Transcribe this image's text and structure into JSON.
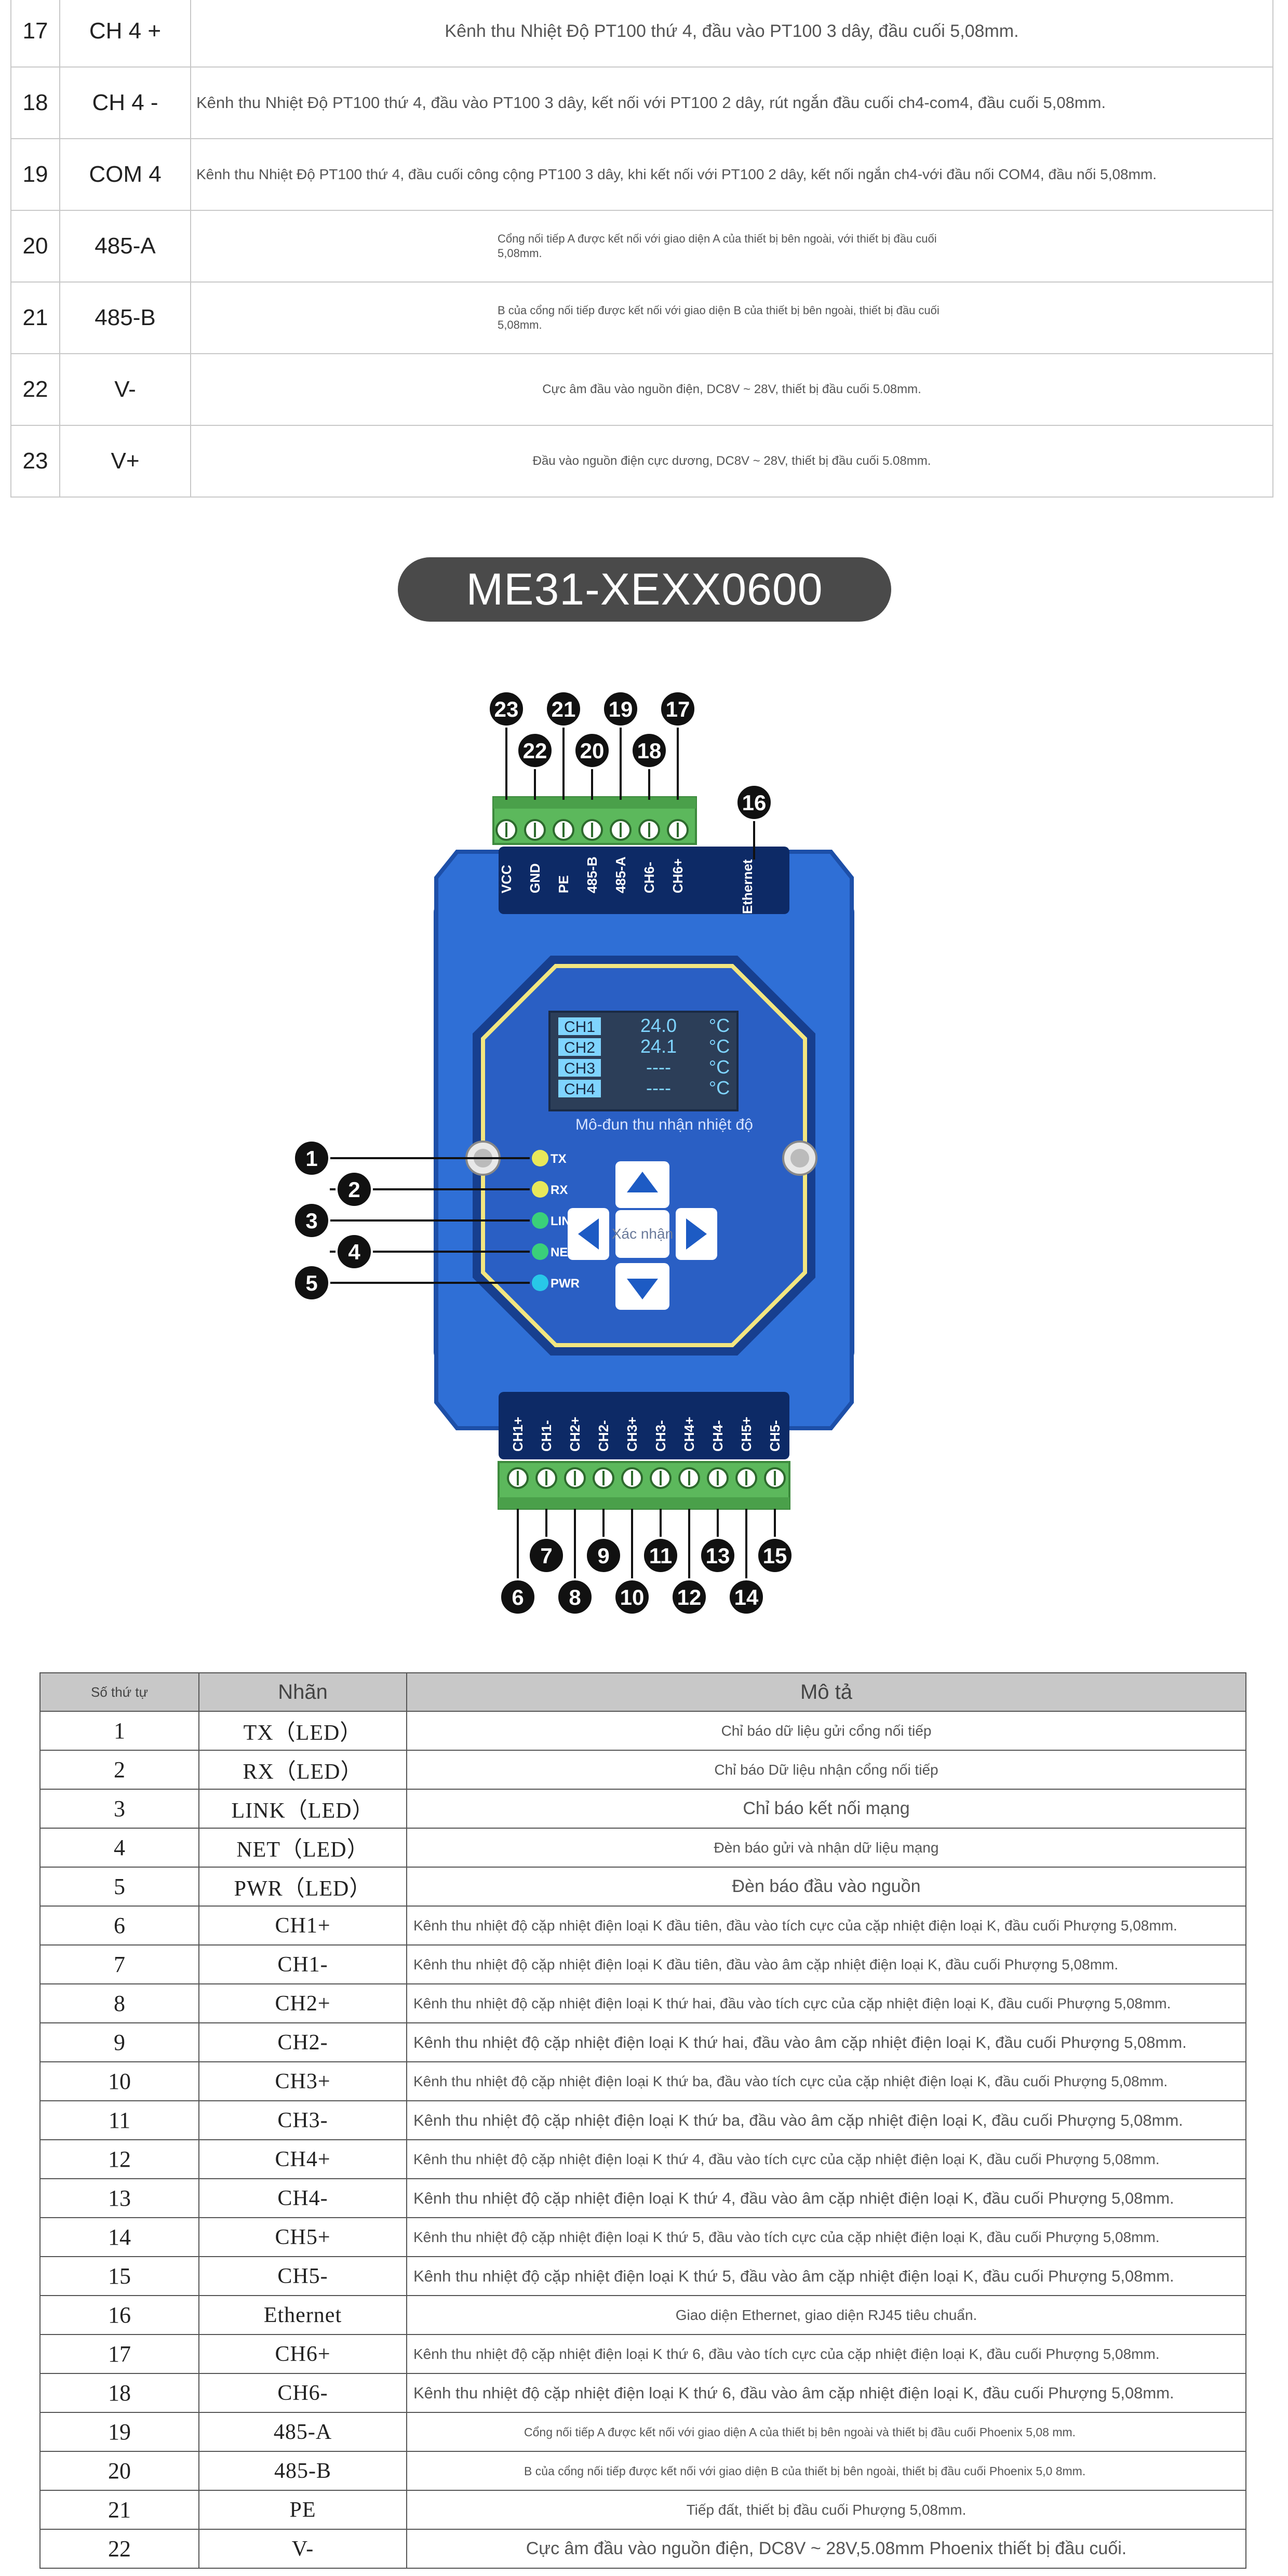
{
  "top_table": {
    "rows": [
      {
        "no": "17",
        "label": "CH 4 +",
        "desc": "Kênh thu Nhiệt Độ PT100 thứ 4, đầu vào PT100 3 dây, đầu cuối 5,08mm."
      },
      {
        "no": "18",
        "label": "CH 4 -",
        "desc": "Kênh thu Nhiệt Độ PT100 thứ 4, đầu vào PT100 3 dây, kết nối với PT100 2 dây, rút ngắn đầu cuối ch4-com4, đầu cuối 5,08mm."
      },
      {
        "no": "19",
        "label": "COM 4",
        "desc": "Kênh thu Nhiệt Độ PT100 thứ 4, đầu cuối công cộng PT100 3 dây, khi kết nối với PT100 2 dây, kết nối ngắn ch4-với đầu nối COM4, đầu nối 5,08mm."
      },
      {
        "no": "20",
        "label": "485-A",
        "desc": "Cổng nối tiếp A được kết nối với giao diện A của thiết bị bên ngoài, với thiết bị đầu cuối 5,08mm."
      },
      {
        "no": "21",
        "label": "485-B",
        "desc": "B của cổng nối tiếp được kết nối với giao diện B của thiết bị bên ngoài, thiết bị đầu cuối 5,08mm."
      },
      {
        "no": "22",
        "label": "V-",
        "desc": "Cực âm đầu vào nguồn điện, DC8V ~ 28V, thiết bị đầu cuối 5.08mm."
      },
      {
        "no": "23",
        "label": "V+",
        "desc": "Đầu vào nguồn điện cực dương, DC8V ~ 28V, thiết bị đầu cuối 5.08mm."
      }
    ]
  },
  "model_name": "ME31-XEXX0600",
  "device": {
    "top_terminals": [
      "VCC",
      "GND",
      "PE",
      "485-B",
      "485-A",
      "CH6-",
      "CH6+"
    ],
    "ethernet_label": "Ethernet",
    "bottom_terminals": [
      "CH1+",
      "CH1-",
      "CH2+",
      "CH2-",
      "CH3+",
      "CH3-",
      "CH4+",
      "CH4-",
      "CH5+",
      "CH5-"
    ],
    "display": {
      "rows": [
        {
          "ch": "CH1",
          "value": "24.0",
          "unit": "°C"
        },
        {
          "ch": "CH2",
          "value": "24.1",
          "unit": "°C"
        },
        {
          "ch": "CH3",
          "value": "----",
          "unit": "°C"
        },
        {
          "ch": "CH4",
          "value": "----",
          "unit": "°C"
        }
      ],
      "caption": "Mô-đun thu nhận nhiệt độ"
    },
    "leds": [
      "TX",
      "RX",
      "LINK",
      "NET",
      "PWR"
    ],
    "confirm_label": "Xác nhận",
    "callouts_top": [
      "23",
      "22",
      "21",
      "20",
      "19",
      "18",
      "17",
      "16"
    ],
    "callouts_left": [
      "1",
      "2",
      "3",
      "4",
      "5"
    ],
    "callouts_bottom": [
      "6",
      "7",
      "8",
      "9",
      "10",
      "11",
      "12",
      "13",
      "14",
      "15"
    ],
    "colors": {
      "body": "#2f6fd6",
      "body_dark": "#1d4fa8",
      "panel": "#2a5fc4",
      "terminal_green": "#5cb85c",
      "callout": "#111111",
      "led_yellow": "#e8e85a",
      "led_green": "#3ad07a",
      "led_cyan": "#28c8e8"
    }
  },
  "bottom_table": {
    "headers": {
      "no": "Số thứ tự",
      "label": "Nhãn",
      "desc": "Mô tả"
    },
    "rows": [
      {
        "no": "1",
        "label": "TX（LED）",
        "desc": "Chỉ báo dữ liệu gửi cổng nối tiếp"
      },
      {
        "no": "2",
        "label": "RX（LED）",
        "desc": "Chỉ báo Dữ liệu nhận cổng nối tiếp"
      },
      {
        "no": "3",
        "label": "LINK（LED）",
        "desc": "Chỉ báo kết nối mạng"
      },
      {
        "no": "4",
        "label": "NET（LED）",
        "desc": "Đèn báo gửi và nhận dữ liệu mạng"
      },
      {
        "no": "5",
        "label": "PWR（LED）",
        "desc": "Đèn báo đầu vào nguồn"
      },
      {
        "no": "6",
        "label": "CH1+",
        "desc": "Kênh thu nhiệt độ cặp nhiệt điện loại K đầu tiên, đầu vào tích cực của cặp nhiệt điện loại K, đầu cuối Phượng 5,08mm."
      },
      {
        "no": "7",
        "label": "CH1-",
        "desc": "Kênh thu nhiệt độ cặp nhiệt điện loại K đầu tiên, đầu vào âm cặp nhiệt điện loại K, đầu cuối Phượng 5,08mm."
      },
      {
        "no": "8",
        "label": "CH2+",
        "desc": "Kênh thu nhiệt độ cặp nhiệt điện loại K thứ hai, đầu vào tích cực của cặp nhiệt điện loại K, đầu cuối Phượng 5,08mm."
      },
      {
        "no": "9",
        "label": "CH2-",
        "desc": "Kênh thu nhiệt độ cặp nhiệt điện loại K thứ hai, đầu vào âm cặp nhiệt điện loại K, đầu cuối Phượng 5,08mm."
      },
      {
        "no": "10",
        "label": "CH3+",
        "desc": "Kênh thu nhiệt độ cặp nhiệt điện loại K thứ ba, đầu vào tích cực của cặp nhiệt điện loại K, đầu cuối Phượng 5,08mm."
      },
      {
        "no": "11",
        "label": "CH3-",
        "desc": "Kênh thu nhiệt độ cặp nhiệt điện loại K thứ ba, đầu vào âm cặp nhiệt điện loại K, đầu cuối Phượng 5,08mm."
      },
      {
        "no": "12",
        "label": "CH4+",
        "desc": "Kênh thu nhiệt độ cặp nhiệt điện loại K thứ 4, đầu vào tích cực của cặp nhiệt điện loại K, đầu cuối Phượng 5,08mm."
      },
      {
        "no": "13",
        "label": "CH4-",
        "desc": "Kênh thu nhiệt độ cặp nhiệt điện loại K thứ 4, đầu vào âm cặp nhiệt điện loại K, đầu cuối Phượng 5,08mm."
      },
      {
        "no": "14",
        "label": "CH5+",
        "desc": "Kênh thu nhiệt độ cặp nhiệt điện loại K thứ 5, đầu vào tích cực của cặp nhiệt điện loại K, đầu cuối Phượng 5,08mm."
      },
      {
        "no": "15",
        "label": "CH5-",
        "desc": "Kênh thu nhiệt độ cặp nhiệt điện loại K thứ 5, đầu vào âm cặp nhiệt điện loại K, đầu cuối Phượng 5,08mm."
      },
      {
        "no": "16",
        "label": "Ethernet",
        "desc": "Giao diện Ethernet, giao diện RJ45 tiêu chuẩn."
      },
      {
        "no": "17",
        "label": "CH6+",
        "desc": "Kênh thu nhiệt độ cặp nhiệt điện loại K thứ 6, đầu vào tích cực của cặp nhiệt điện loại K, đầu cuối Phượng 5,08mm."
      },
      {
        "no": "18",
        "label": "CH6-",
        "desc": "Kênh thu nhiệt độ cặp nhiệt điện loại K thứ 6, đầu vào âm cặp nhiệt điện loại K, đầu cuối Phượng 5,08mm."
      },
      {
        "no": "19",
        "label": "485-A",
        "desc": "Cổng nối tiếp A được kết nối với giao diện A của thiết bị bên ngoài và thiết bị đầu cuối Phoenix 5,08 mm."
      },
      {
        "no": "20",
        "label": "485-B",
        "desc": "B của cổng nối tiếp được kết nối với giao diện B của thiết bị bên ngoài, thiết bị đầu cuối Phoenix 5,0 8mm."
      },
      {
        "no": "21",
        "label": "PE",
        "desc": "Tiếp đất, thiết bị đầu cuối Phượng 5,08mm."
      },
      {
        "no": "22",
        "label": "V-",
        "desc": "Cực âm đầu vào nguồn điện, DC8V ~ 28V,5.08mm Phoenix thiết bị đầu cuối."
      }
    ]
  }
}
